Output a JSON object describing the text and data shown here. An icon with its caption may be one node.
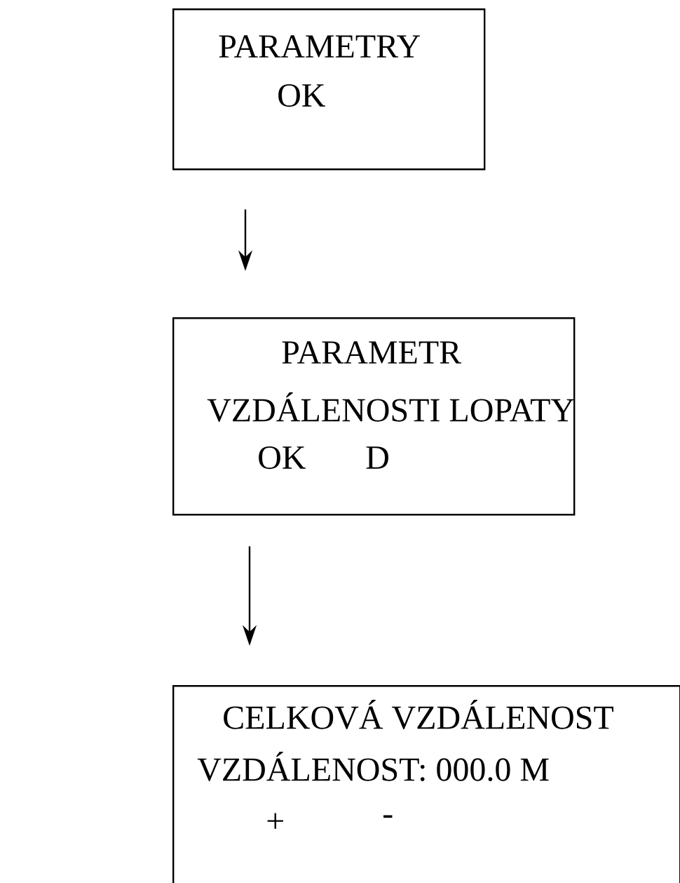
{
  "diagram": {
    "nodes": [
      {
        "text": [
          "PARAMETRY",
          "OK"
        ]
      },
      {
        "text": [
          "PARAMETR",
          "VZDÁLENOSTI  LOPATY",
          "OK",
          "D"
        ]
      },
      {
        "text": [
          "CELKOVÁ  VZDÁLENOST",
          "VZDÁLENOST: 000.0 M",
          "+",
          "-"
        ]
      }
    ],
    "edges": [
      {
        "from": 0,
        "to": 1,
        "arrow": "to"
      },
      {
        "from": 1,
        "to": 2,
        "arrow": "to"
      }
    ]
  }
}
